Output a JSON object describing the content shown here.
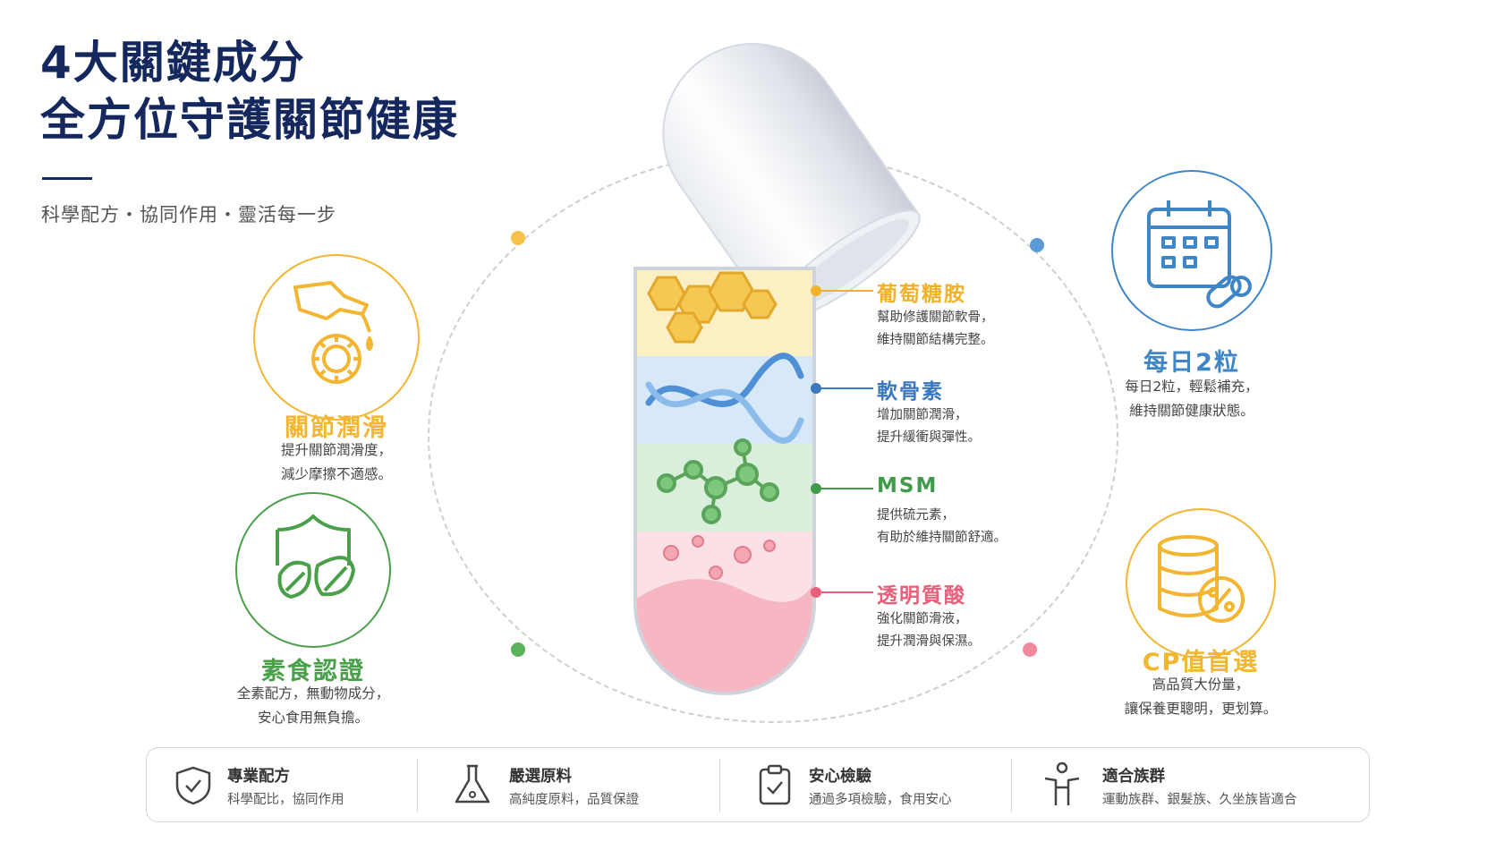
{
  "header": {
    "title": "4大關鍵成分\n全方位守護關節健康",
    "subtitle": "科學配方・協同作用・靈活每一步"
  },
  "features": {
    "lubrication": {
      "title": "關節潤滑",
      "desc": "提升關節潤滑度，\n減少摩擦不適感。",
      "color": "#f2b632"
    },
    "vegan": {
      "title": "素食認證",
      "desc": "全素配方，無動物成分，\n安心食用無負擔。",
      "color": "#4aa04a"
    },
    "daily": {
      "title": "每日2粒",
      "desc": "每日2粒，輕鬆補充，\n維持關節健康狀態。",
      "color": "#3f86c6"
    },
    "value": {
      "title": "CP值首選",
      "desc": "高品質大份量，\n讓保養更聰明，更划算。",
      "color": "#f2b632"
    }
  },
  "ingredients": [
    {
      "title": "葡萄糖胺",
      "desc": "幫助修護關節軟骨，\n維持關節結構完整。",
      "color": "#f0b22a"
    },
    {
      "title": "軟骨素",
      "desc": "增加關節潤滑，\n提升緩衝與彈性。",
      "color": "#3a78c0"
    },
    {
      "title": "MSM",
      "desc": "提供硫元素，\n有助於維持關節舒適。",
      "color": "#3f9a4a"
    },
    {
      "title": "透明質酸",
      "desc": "強化關節滑液，\n提升潤滑與保濕。",
      "color": "#e85f7a"
    }
  ],
  "bottom_bar": [
    {
      "icon": "shield-check-icon",
      "title": "專業配方",
      "desc": "科學配比，協同作用"
    },
    {
      "icon": "flask-icon",
      "title": "嚴選原料",
      "desc": "高純度原料，品質保證"
    },
    {
      "icon": "clipboard-check-icon",
      "title": "安心檢驗",
      "desc": "通過多項檢驗，食用安心"
    },
    {
      "icon": "person-icon",
      "title": "適合族群",
      "desc": "運動族群、銀髮族、久坐族皆適合"
    }
  ],
  "colors": {
    "navy": "#14285e",
    "yellow": "#f2b632",
    "green": "#4aa04a",
    "blue": "#3f86c6",
    "pink": "#e85f7a"
  }
}
